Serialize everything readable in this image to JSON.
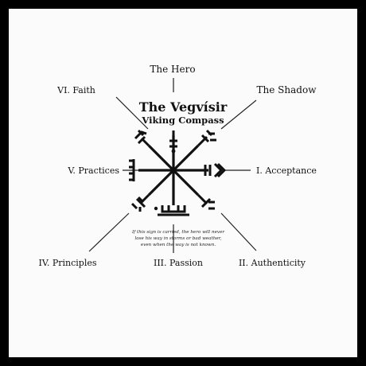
{
  "title": "The Vegvísir",
  "subtitle": "Viking Compass",
  "caption": [
    "If this sign is carried, the hero will never",
    "lose his way in storms or bad weather,",
    "even when the way is not known."
  ],
  "directions": [
    {
      "key": "n",
      "label": "The Hero"
    },
    {
      "key": "ne",
      "label": "The Shadow"
    },
    {
      "key": "e",
      "label": "I. Acceptance"
    },
    {
      "key": "se",
      "label": "II. Authenticity"
    },
    {
      "key": "s",
      "label": "III. Passion"
    },
    {
      "key": "sw",
      "label": "IV. Principles"
    },
    {
      "key": "w",
      "label": "V. Practices"
    },
    {
      "key": "nw",
      "label": "VI. Faith"
    }
  ],
  "colors": {
    "frame": "#000000",
    "background": "#fbfbfb",
    "ink": "#111111"
  }
}
